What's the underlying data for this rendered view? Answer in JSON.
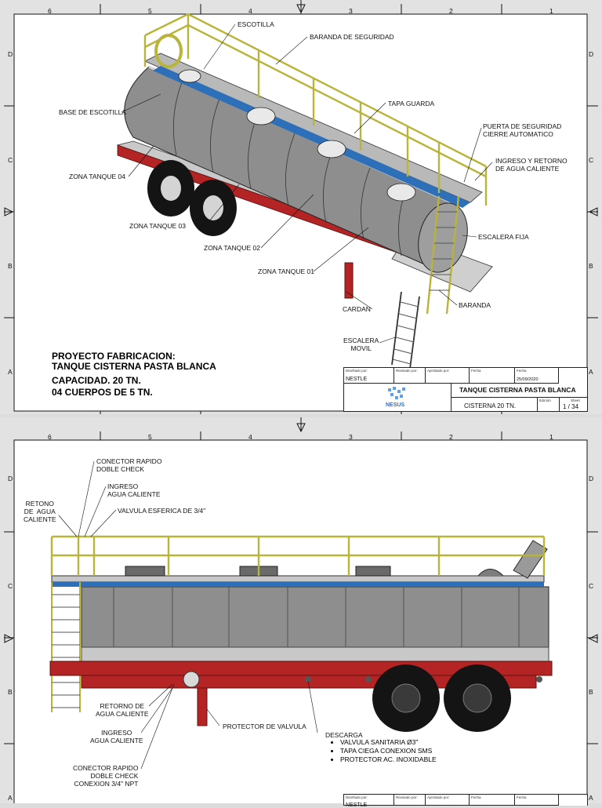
{
  "sheet1": {
    "border_numbers": [
      "6",
      "5",
      "4",
      "3",
      "2",
      "1"
    ],
    "border_letters": [
      "D",
      "C",
      "B",
      "A"
    ],
    "labels": {
      "escotilla": "ESCOTILLA",
      "baranda_seguridad": "BARANDA DE SEGURIDAD",
      "base_escotilla": "BASE DE ESCOTILLA",
      "tapa_guarda": "TAPA GUARDA",
      "puerta_seguridad": "PUERTA DE SEGURIDAD\nCIERRE AUTOMATICO",
      "ingreso_retorno": "INGRESO Y RETORNO\nDE AGUA CALIENTE",
      "zona_04": "ZONA TANQUE 04",
      "zona_03": "ZONA TANQUE 03",
      "zona_02": "ZONA TANQUE 02",
      "zona_01": "ZONA TANQUE 01",
      "escalera_fija": "ESCALERA FIJA",
      "baranda": "BARANDA",
      "cardan": "CARDAN",
      "escalera_movil": "ESCALERA\nMOVIL"
    },
    "project": {
      "line1": "PROYECTO FABRICACION:",
      "line2": "TANQUE CISTERNA PASTA  BLANCA",
      "line3": "CAPACIDAD. 20 TN.",
      "line4": "04 CUERPOS DE 5 TN."
    },
    "title_block": {
      "disenado_cap": "Diseñado por:",
      "disenado_val": "NESTLE",
      "revisado_cap": "Revisado por:",
      "aprobado_cap": "Aprobado por:",
      "fecha_cap": "Fecha",
      "fecha2_cap": "Fecha",
      "fecha_val": "25/09/2020",
      "title": "TANQUE CISTERNA PASTA BLANCA",
      "subtitle": "CISTERNA 20 TN.",
      "edicion_cap": "Edición",
      "hoja_cap": "Sheet",
      "hoja_val": "1 / 34",
      "logo_text": "NESUS"
    }
  },
  "sheet2": {
    "labels": {
      "conector_rapido_top": "CONECTOR RAPIDO\nDOBLE CHECK",
      "ingreso_top": "INGRESO\nAGUA CALIENTE",
      "retono": "RETONO\nDE  AGUA\nCALIENTE",
      "valvula_esferica": "VALVULA ESFERICA DE 3/4\"",
      "retorno_bottom": "RETORNO DE\nAGUA CALIENTE",
      "ingreso_bottom": "INGRESO\nAGUA CALIENTE",
      "conector_bottom": "CONECTOR RAPIDO\nDOBLE CHECK\nCONEXION 3/4\" NPT",
      "protector_valvula": "PROTECTOR DE VALVULA",
      "descarga": "DESCARGA"
    },
    "descarga_items": [
      "VALVULA SANITARIA Ø3\"",
      "TAPA CIEGA CONEXION SMS",
      "PROTECTOR AC. INOXIDABLE"
    ],
    "title_block": {
      "disenado_cap": "Diseñado por:",
      "revisado_cap": "Revisado por:",
      "aprobado_cap": "Aprobado por:",
      "fecha_cap": "Fecha",
      "fecha2_cap": "Fecha",
      "disenado_val": "NESTLE"
    }
  },
  "colors": {
    "tank": "#8e8e8e",
    "chassis": "#b52424",
    "railing": "#b9b43a",
    "walkway": "#2d6fb8",
    "border": "#111111"
  }
}
